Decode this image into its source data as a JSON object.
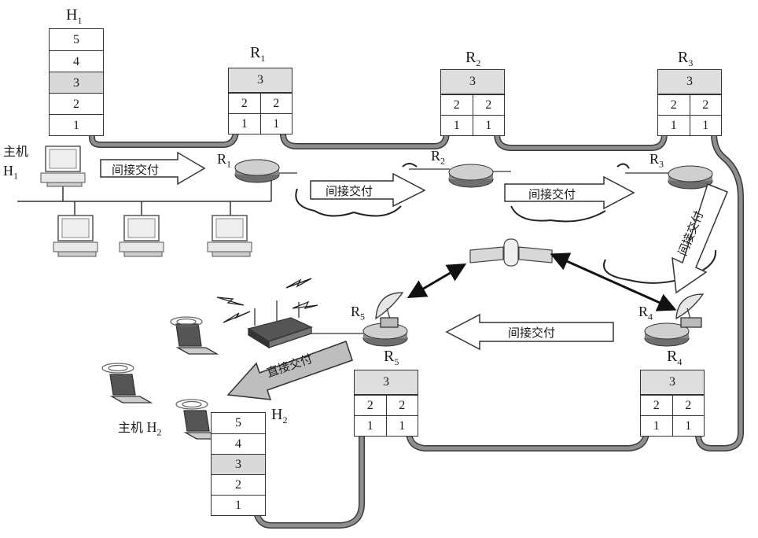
{
  "host_h1": {
    "label": "H",
    "sub": "1",
    "layers": [
      "5",
      "4",
      "3",
      "2",
      "1"
    ],
    "caption_main": "主机",
    "caption_name": "H",
    "caption_sub": "1"
  },
  "host_h2": {
    "label": "H",
    "sub": "2",
    "layers": [
      "5",
      "4",
      "3",
      "2",
      "1"
    ],
    "caption_main": "主机",
    "caption_name": "H",
    "caption_sub": "2"
  },
  "routers": [
    {
      "name": "R",
      "sub": "1",
      "top": "3",
      "row2": [
        "2",
        "2"
      ],
      "row1": [
        "1",
        "1"
      ]
    },
    {
      "name": "R",
      "sub": "2",
      "top": "3",
      "row2": [
        "2",
        "2"
      ],
      "row1": [
        "1",
        "1"
      ]
    },
    {
      "name": "R",
      "sub": "3",
      "top": "3",
      "row2": [
        "2",
        "2"
      ],
      "row1": [
        "1",
        "1"
      ]
    },
    {
      "name": "R",
      "sub": "4",
      "top": "3",
      "row2": [
        "2",
        "2"
      ],
      "row1": [
        "1",
        "1"
      ]
    },
    {
      "name": "R",
      "sub": "5",
      "top": "3",
      "row2": [
        "2",
        "2"
      ],
      "row1": [
        "1",
        "1"
      ]
    }
  ],
  "device_labels": [
    {
      "name": "R",
      "sub": "1"
    },
    {
      "name": "R",
      "sub": "2"
    },
    {
      "name": "R",
      "sub": "3"
    },
    {
      "name": "R",
      "sub": "4"
    },
    {
      "name": "R",
      "sub": "5"
    }
  ],
  "arrows": {
    "indirect": "间接交付",
    "direct": "直接交付"
  },
  "colors": {
    "path": "#8e8e8e",
    "path_edge": "#3a3a3a",
    "highlight": "#d9d9d9"
  }
}
